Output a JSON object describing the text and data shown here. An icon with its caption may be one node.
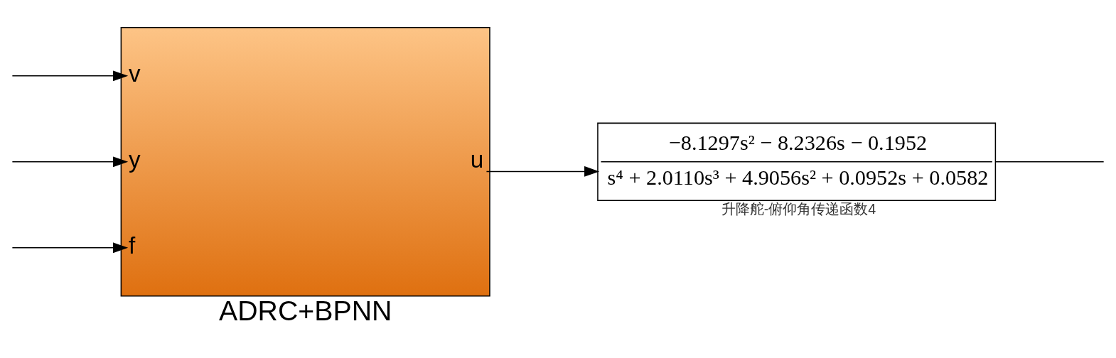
{
  "diagram": {
    "nodes": [
      {
        "text": [
          "v",
          "y",
          "f",
          "u",
          "ADRC+BPNN"
        ]
      },
      {
        "text": [
          "−8.1297s² − 8.2326s − 0.1952",
          "s⁴ + 2.0110s³ + 4.9056s² + 0.0952s + 0.0582"
        ],
        "beside": [
          "升降舵-俯仰角传递函数4"
        ]
      }
    ],
    "edges": [
      {
        "from": null,
        "to": 0,
        "arrow": "to"
      },
      {
        "from": null,
        "to": 0,
        "arrow": "to"
      },
      {
        "from": null,
        "to": 0,
        "arrow": "to"
      },
      {
        "from": 0,
        "to": 1,
        "arrow": "to"
      },
      {
        "from": 1,
        "to": null,
        "arrow": "none"
      }
    ]
  }
}
